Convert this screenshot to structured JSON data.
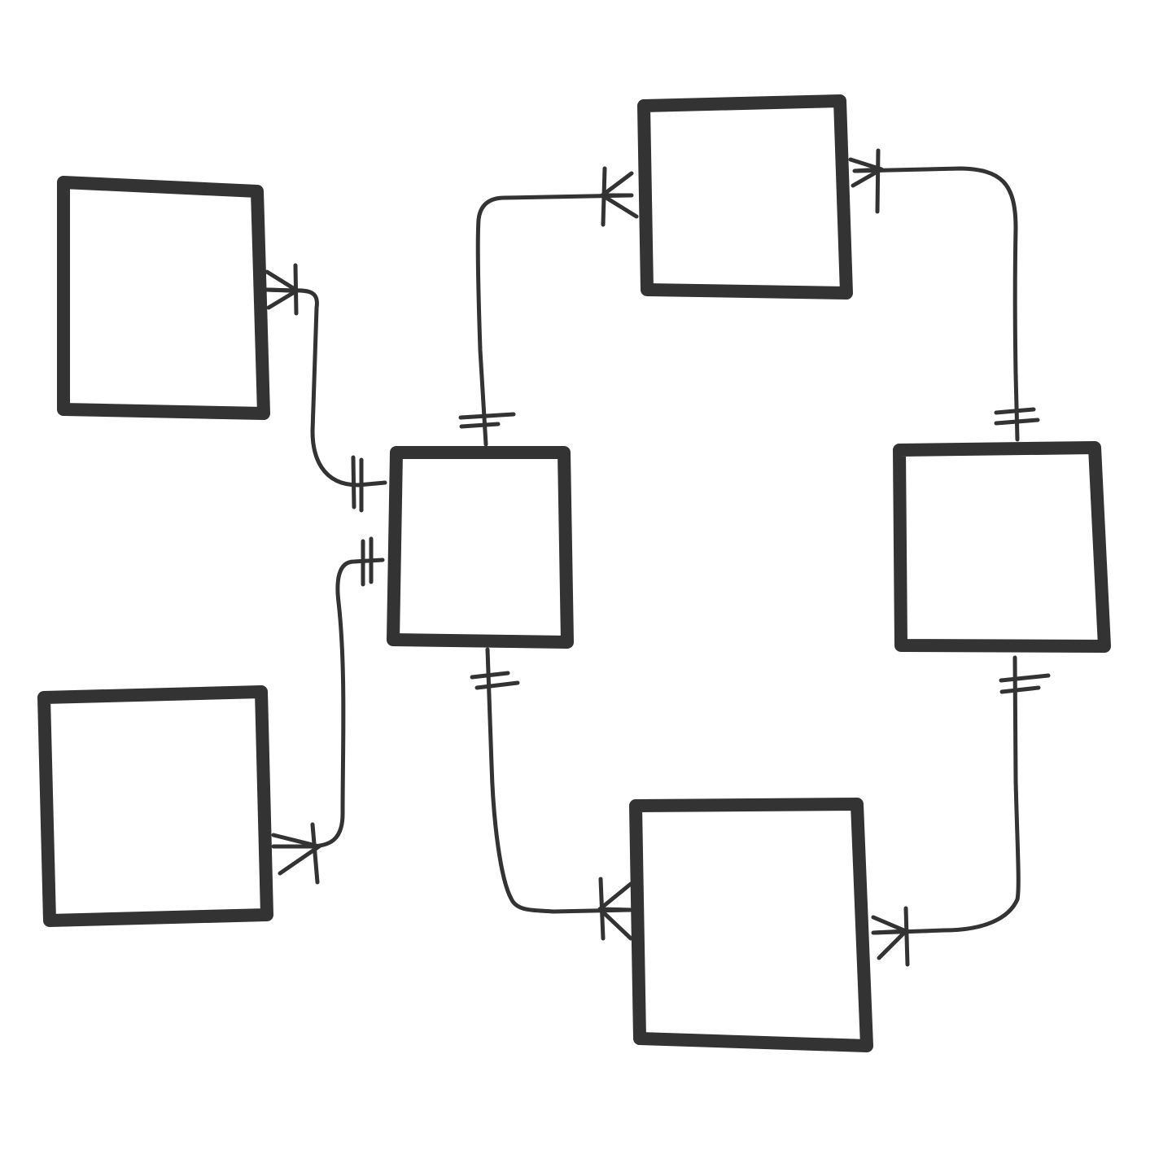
{
  "diagram": {
    "type": "entity-relationship",
    "colors": {
      "stroke": "#333333",
      "background": "#ffffff"
    },
    "entities": [
      {
        "id": "entity-top-left",
        "label": ""
      },
      {
        "id": "entity-bottom-left",
        "label": ""
      },
      {
        "id": "entity-center",
        "label": ""
      },
      {
        "id": "entity-top-right",
        "label": ""
      },
      {
        "id": "entity-right",
        "label": ""
      },
      {
        "id": "entity-bottom-right",
        "label": ""
      }
    ],
    "relationships": [
      {
        "from": "entity-center",
        "from_cardinality": "one-and-only-one",
        "to": "entity-top-left",
        "to_cardinality": "one-or-many"
      },
      {
        "from": "entity-center",
        "from_cardinality": "one-and-only-one",
        "to": "entity-bottom-left",
        "to_cardinality": "one-or-many"
      },
      {
        "from": "entity-center",
        "from_cardinality": "one-and-only-one",
        "to": "entity-top-right",
        "to_cardinality": "one-or-many"
      },
      {
        "from": "entity-center",
        "from_cardinality": "one-and-only-one",
        "to": "entity-bottom-right",
        "to_cardinality": "one-or-many"
      },
      {
        "from": "entity-right",
        "from_cardinality": "one-and-only-one",
        "to": "entity-top-right",
        "to_cardinality": "one-or-many"
      },
      {
        "from": "entity-right",
        "from_cardinality": "one-and-only-one",
        "to": "entity-bottom-right",
        "to_cardinality": "one-or-many"
      }
    ]
  }
}
